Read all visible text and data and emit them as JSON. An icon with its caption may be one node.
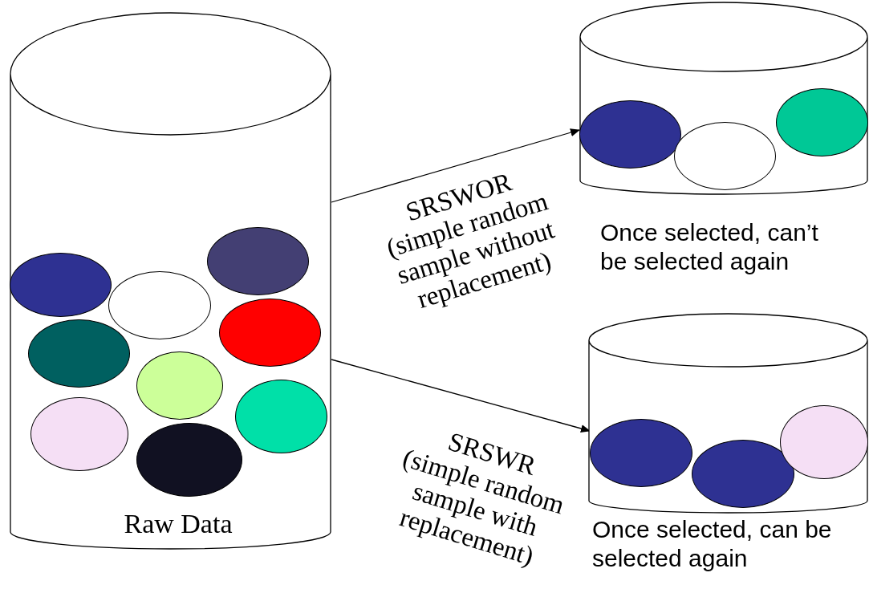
{
  "diagram": {
    "nodes": [
      {
        "text": [],
        "shape": "cylinder",
        "beside": [
          "Raw Data"
        ]
      },
      {
        "text": [],
        "shape": "circle",
        "in": 0
      },
      {
        "text": [],
        "shape": "circle",
        "in": 0
      },
      {
        "text": [],
        "shape": "circle",
        "in": 0
      },
      {
        "text": [],
        "shape": "circle",
        "in": 0
      },
      {
        "text": [],
        "shape": "circle",
        "in": 0
      },
      {
        "text": [],
        "shape": "circle",
        "in": 0
      },
      {
        "text": [],
        "shape": "circle",
        "in": 0
      },
      {
        "text": [],
        "shape": "circle",
        "in": 0
      },
      {
        "text": [],
        "shape": "circle",
        "in": 0
      },
      {
        "text": [],
        "shape": "cylinder",
        "beside": [
          "Once selected, can’t be selected again"
        ]
      },
      {
        "text": [],
        "shape": "circle",
        "in": 10
      },
      {
        "text": [],
        "shape": "circle",
        "in": 10
      },
      {
        "text": [],
        "shape": "circle",
        "in": 10
      },
      {
        "text": [],
        "shape": "cylinder",
        "beside": [
          "Once selected, can be selected again"
        ]
      },
      {
        "text": [],
        "shape": "circle",
        "in": 14
      },
      {
        "text": [],
        "shape": "circle",
        "in": 14
      },
      {
        "text": [],
        "shape": "circle",
        "in": 14
      }
    ],
    "edges": [
      {
        "from": 0,
        "to": 10,
        "arrow": "to",
        "label": "SRSWOR (simple random sample without replacement)"
      },
      {
        "from": 0,
        "to": 14,
        "arrow": "to",
        "label": "SRSWR (simple random sample with replacement)"
      }
    ]
  }
}
